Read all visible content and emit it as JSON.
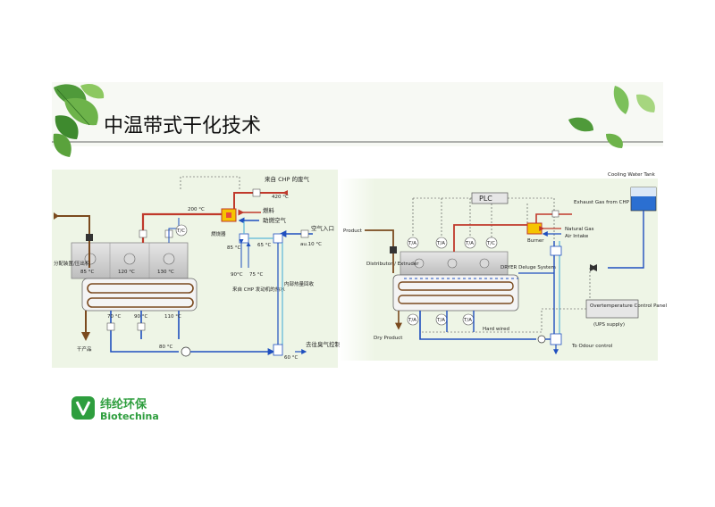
{
  "title": "中温带式干化技术",
  "colors": {
    "accent_green": "#2e9e3e",
    "hot_gas_red": "#c0392b",
    "water_blue": "#1f4fbf",
    "sludge_brown": "#7a4a1e",
    "panel_bg": "#eef5e6"
  },
  "left_diagram": {
    "labels": {
      "chp_exhaust": "来自 CHP 的废气",
      "temp_420": "420 °C",
      "temp_200": "200 °C",
      "fuel": "燃料",
      "combustion_air": "助燃空气",
      "burner": "燃烧器",
      "air_inlet": "空气入口",
      "ambient_10": "au.10 °C",
      "temp_85a": "85 °C",
      "temp_65": "65 °C",
      "temp_90": "90°C",
      "temp_75": "75 °C",
      "chp_hot_water": "来自 CHP 发动机的热水",
      "internal_heat_recovery": "内部热量回收",
      "distributor": "分配装置/压出机",
      "zone_1": "85 °C",
      "zone_2": "120 °C",
      "zone_3": "130 °C",
      "bottom_1": "70 °C",
      "bottom_2": "90 °C",
      "bottom_3": "110 °C",
      "temp_80": "80 °C",
      "temp_60": "60 °C",
      "dry_product": "干产品",
      "to_odour": "去往臭气控制系统",
      "tc": "T/C"
    }
  },
  "right_diagram": {
    "labels": {
      "plc": "PLC",
      "cooling_tank": "Cooling Water Tank",
      "exhaust_chp": "Exhaust Gas from CHP",
      "natural_gas": "Natural Gas",
      "air_intake": "Air Intake",
      "burner": "Burner",
      "product_in": "Product",
      "distributor": "Distributor / Extruder",
      "deluge": "DRYER Deluge System",
      "overtemp_panel": "Overtemperature Control Panel",
      "ups": "(UPS supply)",
      "hard_wired": "Hard wired",
      "dry_product": "Dry Product",
      "to_odour": "To Odour control",
      "sensor": "T/A",
      "tc": "T/C"
    }
  },
  "logo": {
    "name": "纬纶环保",
    "en": "Biotechina"
  }
}
